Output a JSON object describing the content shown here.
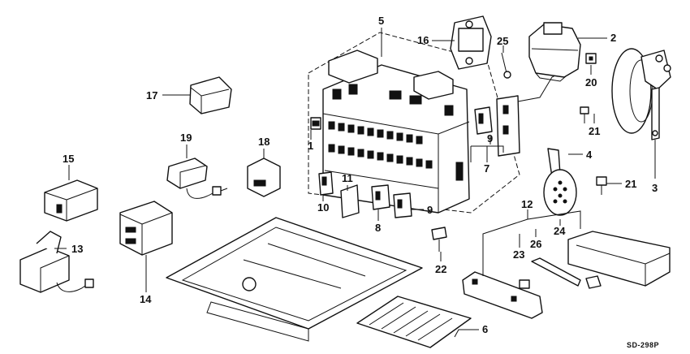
{
  "diagram": {
    "drawing_code": "SD-298P",
    "callouts": [
      {
        "id": "c1",
        "label": "1"
      },
      {
        "id": "c2",
        "label": "2"
      },
      {
        "id": "c3",
        "label": "3"
      },
      {
        "id": "c4",
        "label": "4"
      },
      {
        "id": "c5",
        "label": "5"
      },
      {
        "id": "c6",
        "label": "6"
      },
      {
        "id": "c7",
        "label": "7"
      },
      {
        "id": "c8",
        "label": "8"
      },
      {
        "id": "c9a",
        "label": "9"
      },
      {
        "id": "c9b",
        "label": "9"
      },
      {
        "id": "c10",
        "label": "10"
      },
      {
        "id": "c11",
        "label": "11"
      },
      {
        "id": "c12",
        "label": "12"
      },
      {
        "id": "c13",
        "label": "13"
      },
      {
        "id": "c14",
        "label": "14"
      },
      {
        "id": "c15",
        "label": "15"
      },
      {
        "id": "c16",
        "label": "16"
      },
      {
        "id": "c17",
        "label": "17"
      },
      {
        "id": "c18",
        "label": "18"
      },
      {
        "id": "c19",
        "label": "19"
      },
      {
        "id": "c20",
        "label": "20"
      },
      {
        "id": "c21a",
        "label": "21"
      },
      {
        "id": "c21b",
        "label": "21"
      },
      {
        "id": "c22",
        "label": "22"
      },
      {
        "id": "c23",
        "label": "23"
      },
      {
        "id": "c24",
        "label": "24"
      },
      {
        "id": "c25",
        "label": "25"
      },
      {
        "id": "c26",
        "label": "26"
      }
    ]
  }
}
